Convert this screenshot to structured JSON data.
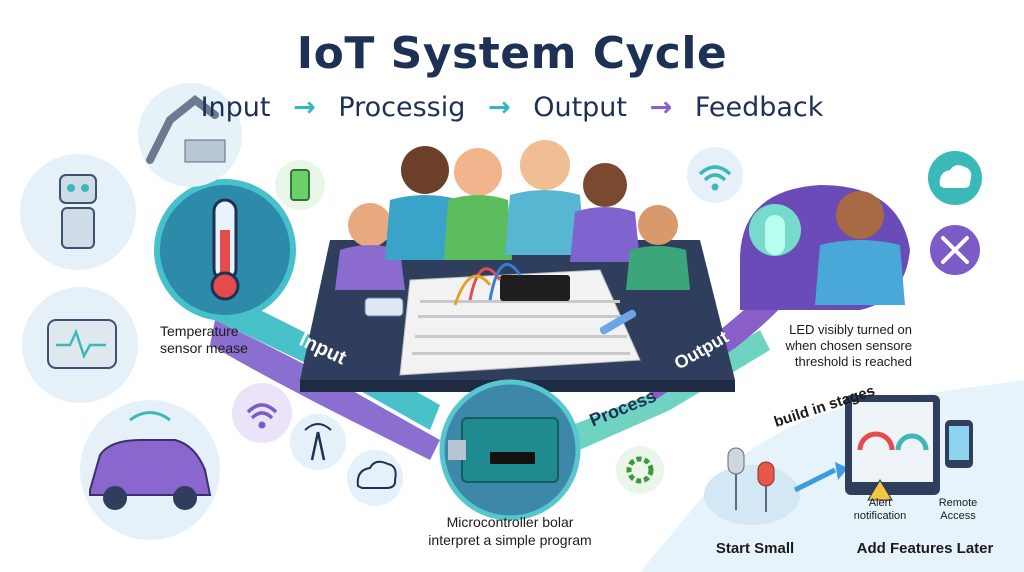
{
  "title": "IoT System Cycle",
  "subtitle": {
    "step1": "Input",
    "step2": "Processig",
    "step3": "Output",
    "step4": "Feedback",
    "arrow": "→"
  },
  "flow": {
    "input": "Input",
    "process": "Process",
    "output": "Output"
  },
  "labels": {
    "sensor_line1": "Temperature",
    "sensor_line2": "sensor mease",
    "led_line1": "LED visibly turned on",
    "led_line2": "when chosen sensore",
    "led_line3": "threshold is reached",
    "mcu_line1": "Microcontroller bolar",
    "mcu_line2": "interpret  a simple program",
    "stages": "build in stages",
    "start_small": "Start Small",
    "add_features": "Add Features Later",
    "alert_line1": "Alert",
    "alert_line2": "notification",
    "remote_line1": "Remote",
    "remote_line2": "Access"
  },
  "colors": {
    "title": "#1d3157",
    "input_arrow": "#33b7c3",
    "process_arrow": "#7a5cc8",
    "output_arrow": "#7a4fc0",
    "feedback_arrow": "#8b5fc8",
    "teal": "#3ab9b8",
    "purple": "#7b5cc7",
    "led_green": "#7affd0"
  }
}
